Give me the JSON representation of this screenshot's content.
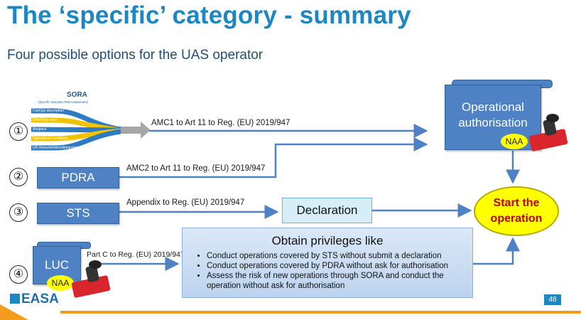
{
  "title": "The ‘specific’ category - summary",
  "subtitle": "Four possible options for the UAS operator",
  "options": [
    {
      "number": "①",
      "label": "AMC1 to Art 11 to Reg. (EU) 2019/947"
    },
    {
      "number": "②",
      "box": "PDRA",
      "label": "AMC2 to Art 11 to Reg. (EU) 2019/947"
    },
    {
      "number": "③",
      "box": "STS",
      "label": "Appendix to Reg. (EU) 2019/947"
    },
    {
      "number": "④",
      "box": "LUC",
      "label": "Part C to Reg. (EU) 2019/947"
    }
  ],
  "sora": {
    "title": "SORA",
    "subtitle": "(Specific Operation Risk Assessment)",
    "strands": [
      "ConOps description",
      "Overflown area",
      "Airspace",
      "Operational conditions",
      "UA characteristics/dimensions"
    ],
    "strand_colors": [
      "#2e7bc4",
      "#f2c300",
      "#2e7bc4",
      "#f2c300",
      "#2e7bc4"
    ]
  },
  "operational_authorisation": "Operational authorisation",
  "naa": "NAA",
  "declaration": "Declaration",
  "start": "Start the operation",
  "privileges": {
    "title": "Obtain privileges like",
    "items": [
      "Conduct operations covered by STS without submit a declaration",
      "Conduct operations covered by PDRA without ask for authorisation",
      "Assess the risk of new operations through SORA and conduct the operation without ask for authorisation"
    ]
  },
  "logo": "EASA",
  "page_number": "48",
  "colors": {
    "title": "#1b87c4",
    "box": "#4f81c5",
    "arrow": "#4f81c5",
    "start": "#ffff00",
    "footer": "#f39c1e"
  }
}
